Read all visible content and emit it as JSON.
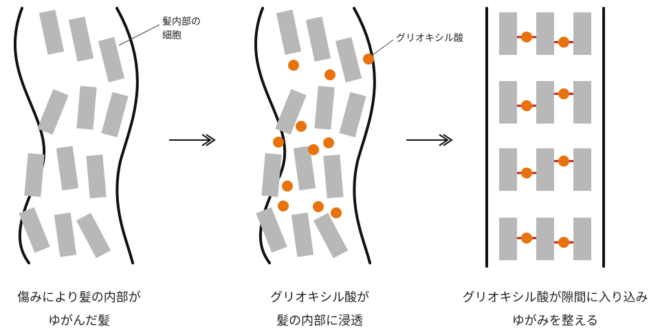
{
  "colors": {
    "line": "#111111",
    "cell": "#b8b8b8",
    "acid": "#e8720c",
    "bond": "#cc1a1a"
  },
  "labels": {
    "hair_cell_line1": "髪内部の",
    "hair_cell_line2": "細胞",
    "glyoxylic_acid": "グリオキシル酸"
  },
  "captions": {
    "left_line1": "傷みにより髪の内部が",
    "left_line2": "ゆがんだ髪",
    "middle_line1": "グリオキシル酸が",
    "middle_line2": "髪の内部に浸透",
    "right_line1": "グリオキシル酸が隙間に入り込み",
    "right_line2": "ゆがみを整える"
  }
}
